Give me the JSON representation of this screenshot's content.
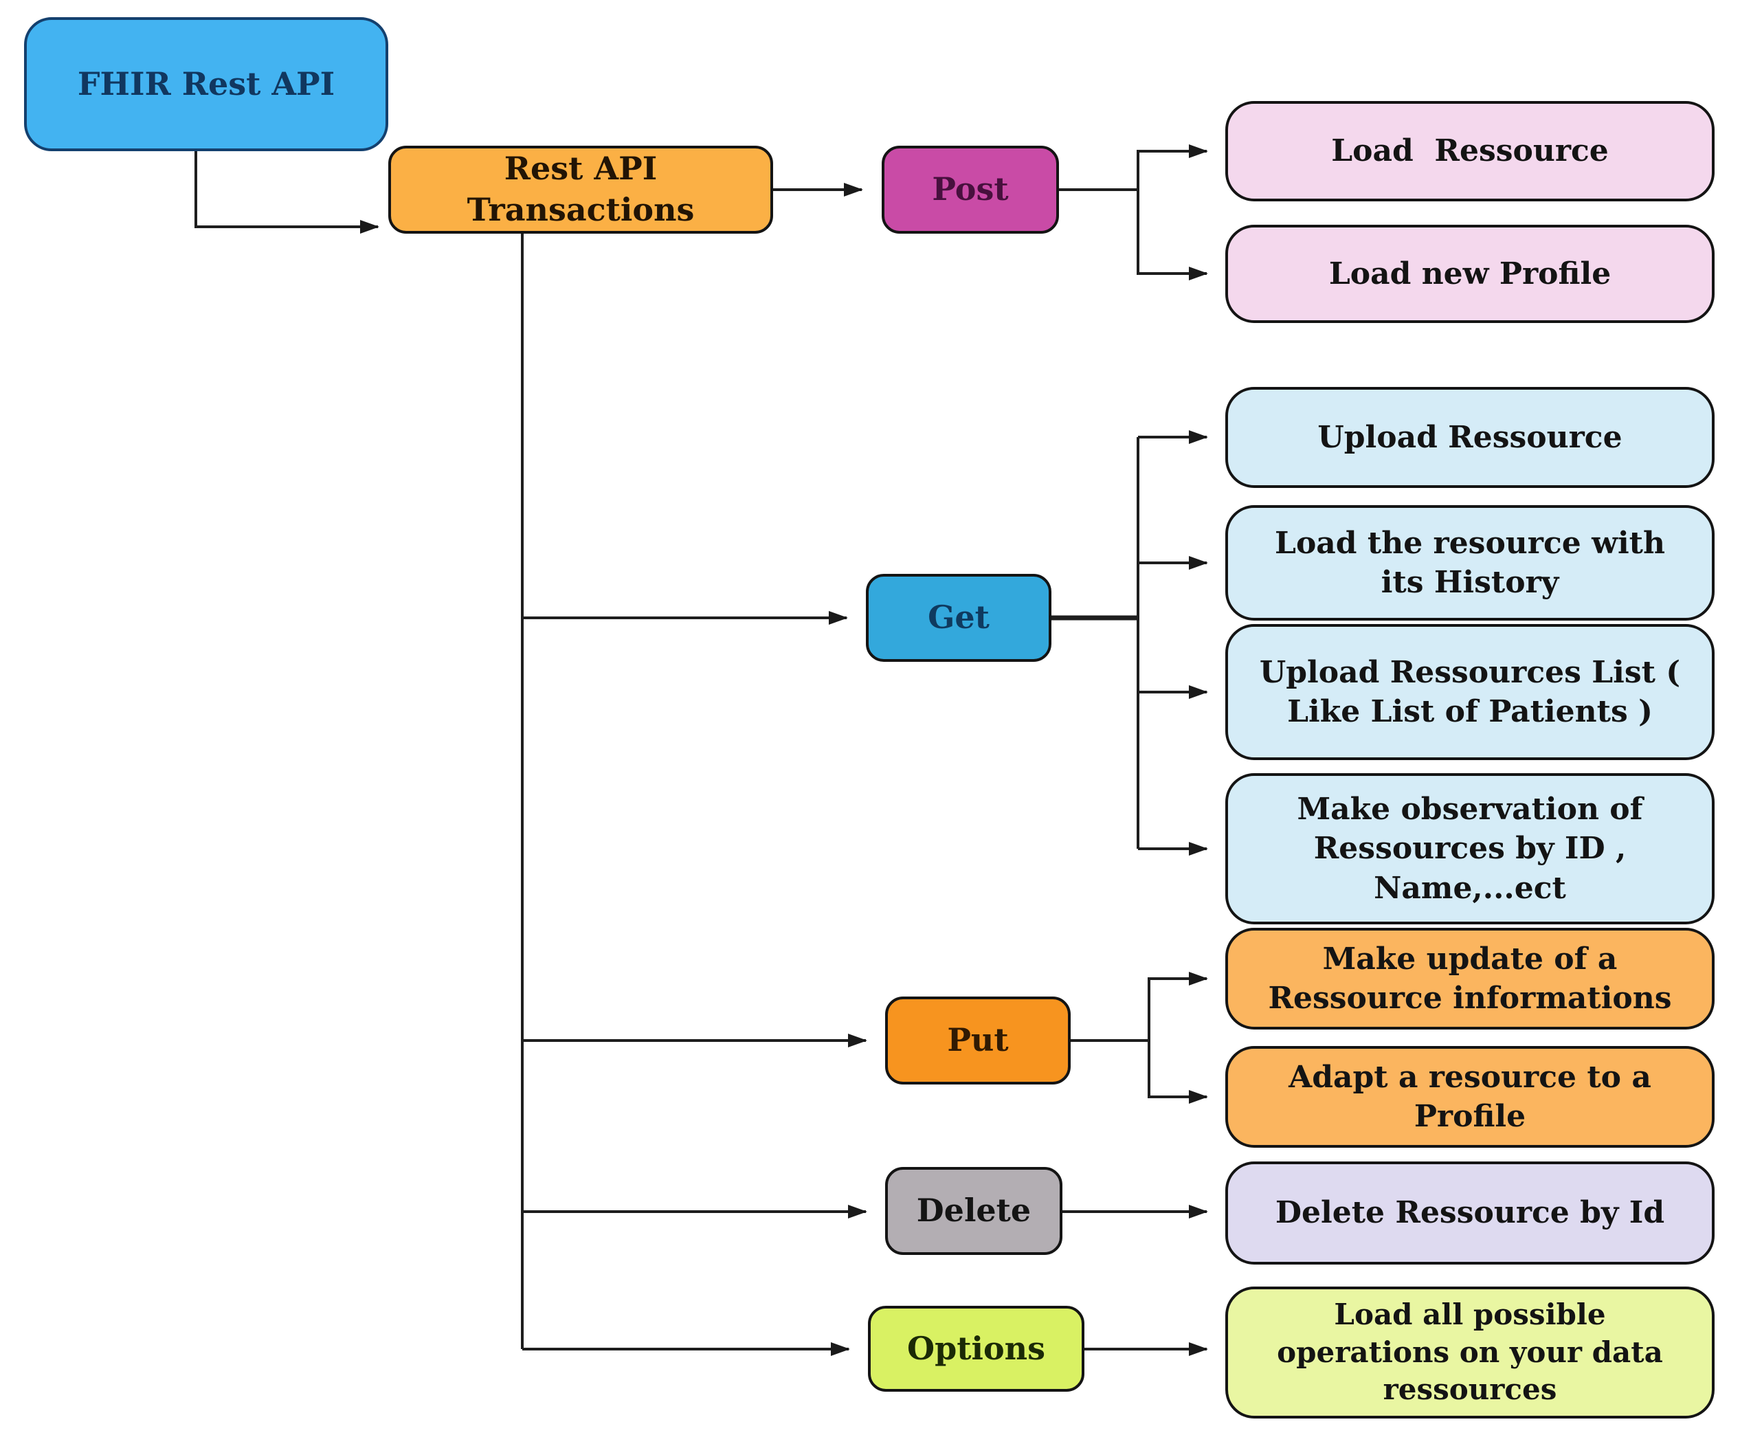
{
  "nodes": {
    "fhir": {
      "label": "FHIR Rest API",
      "fill": "#43B3F1"
    },
    "transactions": {
      "label": "Rest API\nTransactions",
      "fill": "#FBB045"
    },
    "post": {
      "label": "Post",
      "fill": "#C94BA6"
    },
    "get": {
      "label": "Get",
      "fill": "#33A8DC"
    },
    "put": {
      "label": "Put",
      "fill": "#F7941F"
    },
    "delete": {
      "label": "Delete",
      "fill": "#B3AEB3"
    },
    "options": {
      "label": "Options",
      "fill": "#D9F163"
    }
  },
  "results": {
    "post": [
      {
        "text": "Load  Ressource",
        "fill": "#F4D8ED"
      },
      {
        "text": "Load new Profile",
        "fill": "#F4D8ED"
      }
    ],
    "get": [
      {
        "text": "Upload Ressource",
        "fill": "#D5ECF7"
      },
      {
        "text": "Load the resource with\nits History",
        "fill": "#D5ECF7"
      },
      {
        "text": "Upload Ressources List (\nLike List of Patients )",
        "fill": "#D5ECF7"
      },
      {
        "text": "Make observation of\nRessources by ID ,\nName,...ect",
        "fill": "#D5ECF7"
      }
    ],
    "put": [
      {
        "text": "Make update of a\nRessource informations",
        "fill": "#FBB55F"
      },
      {
        "text": "Adapt a resource to a\nProfile",
        "fill": "#FBB55F"
      }
    ],
    "delete": [
      {
        "text": "Delete Ressource by Id",
        "fill": "#DEDAF0"
      }
    ],
    "options": [
      {
        "text": "Load all possible\noperations on your data\nressources",
        "fill": "#E9F6A2"
      }
    ]
  },
  "colors": {
    "line": "#1e1e1e",
    "background": "#ffffff"
  }
}
